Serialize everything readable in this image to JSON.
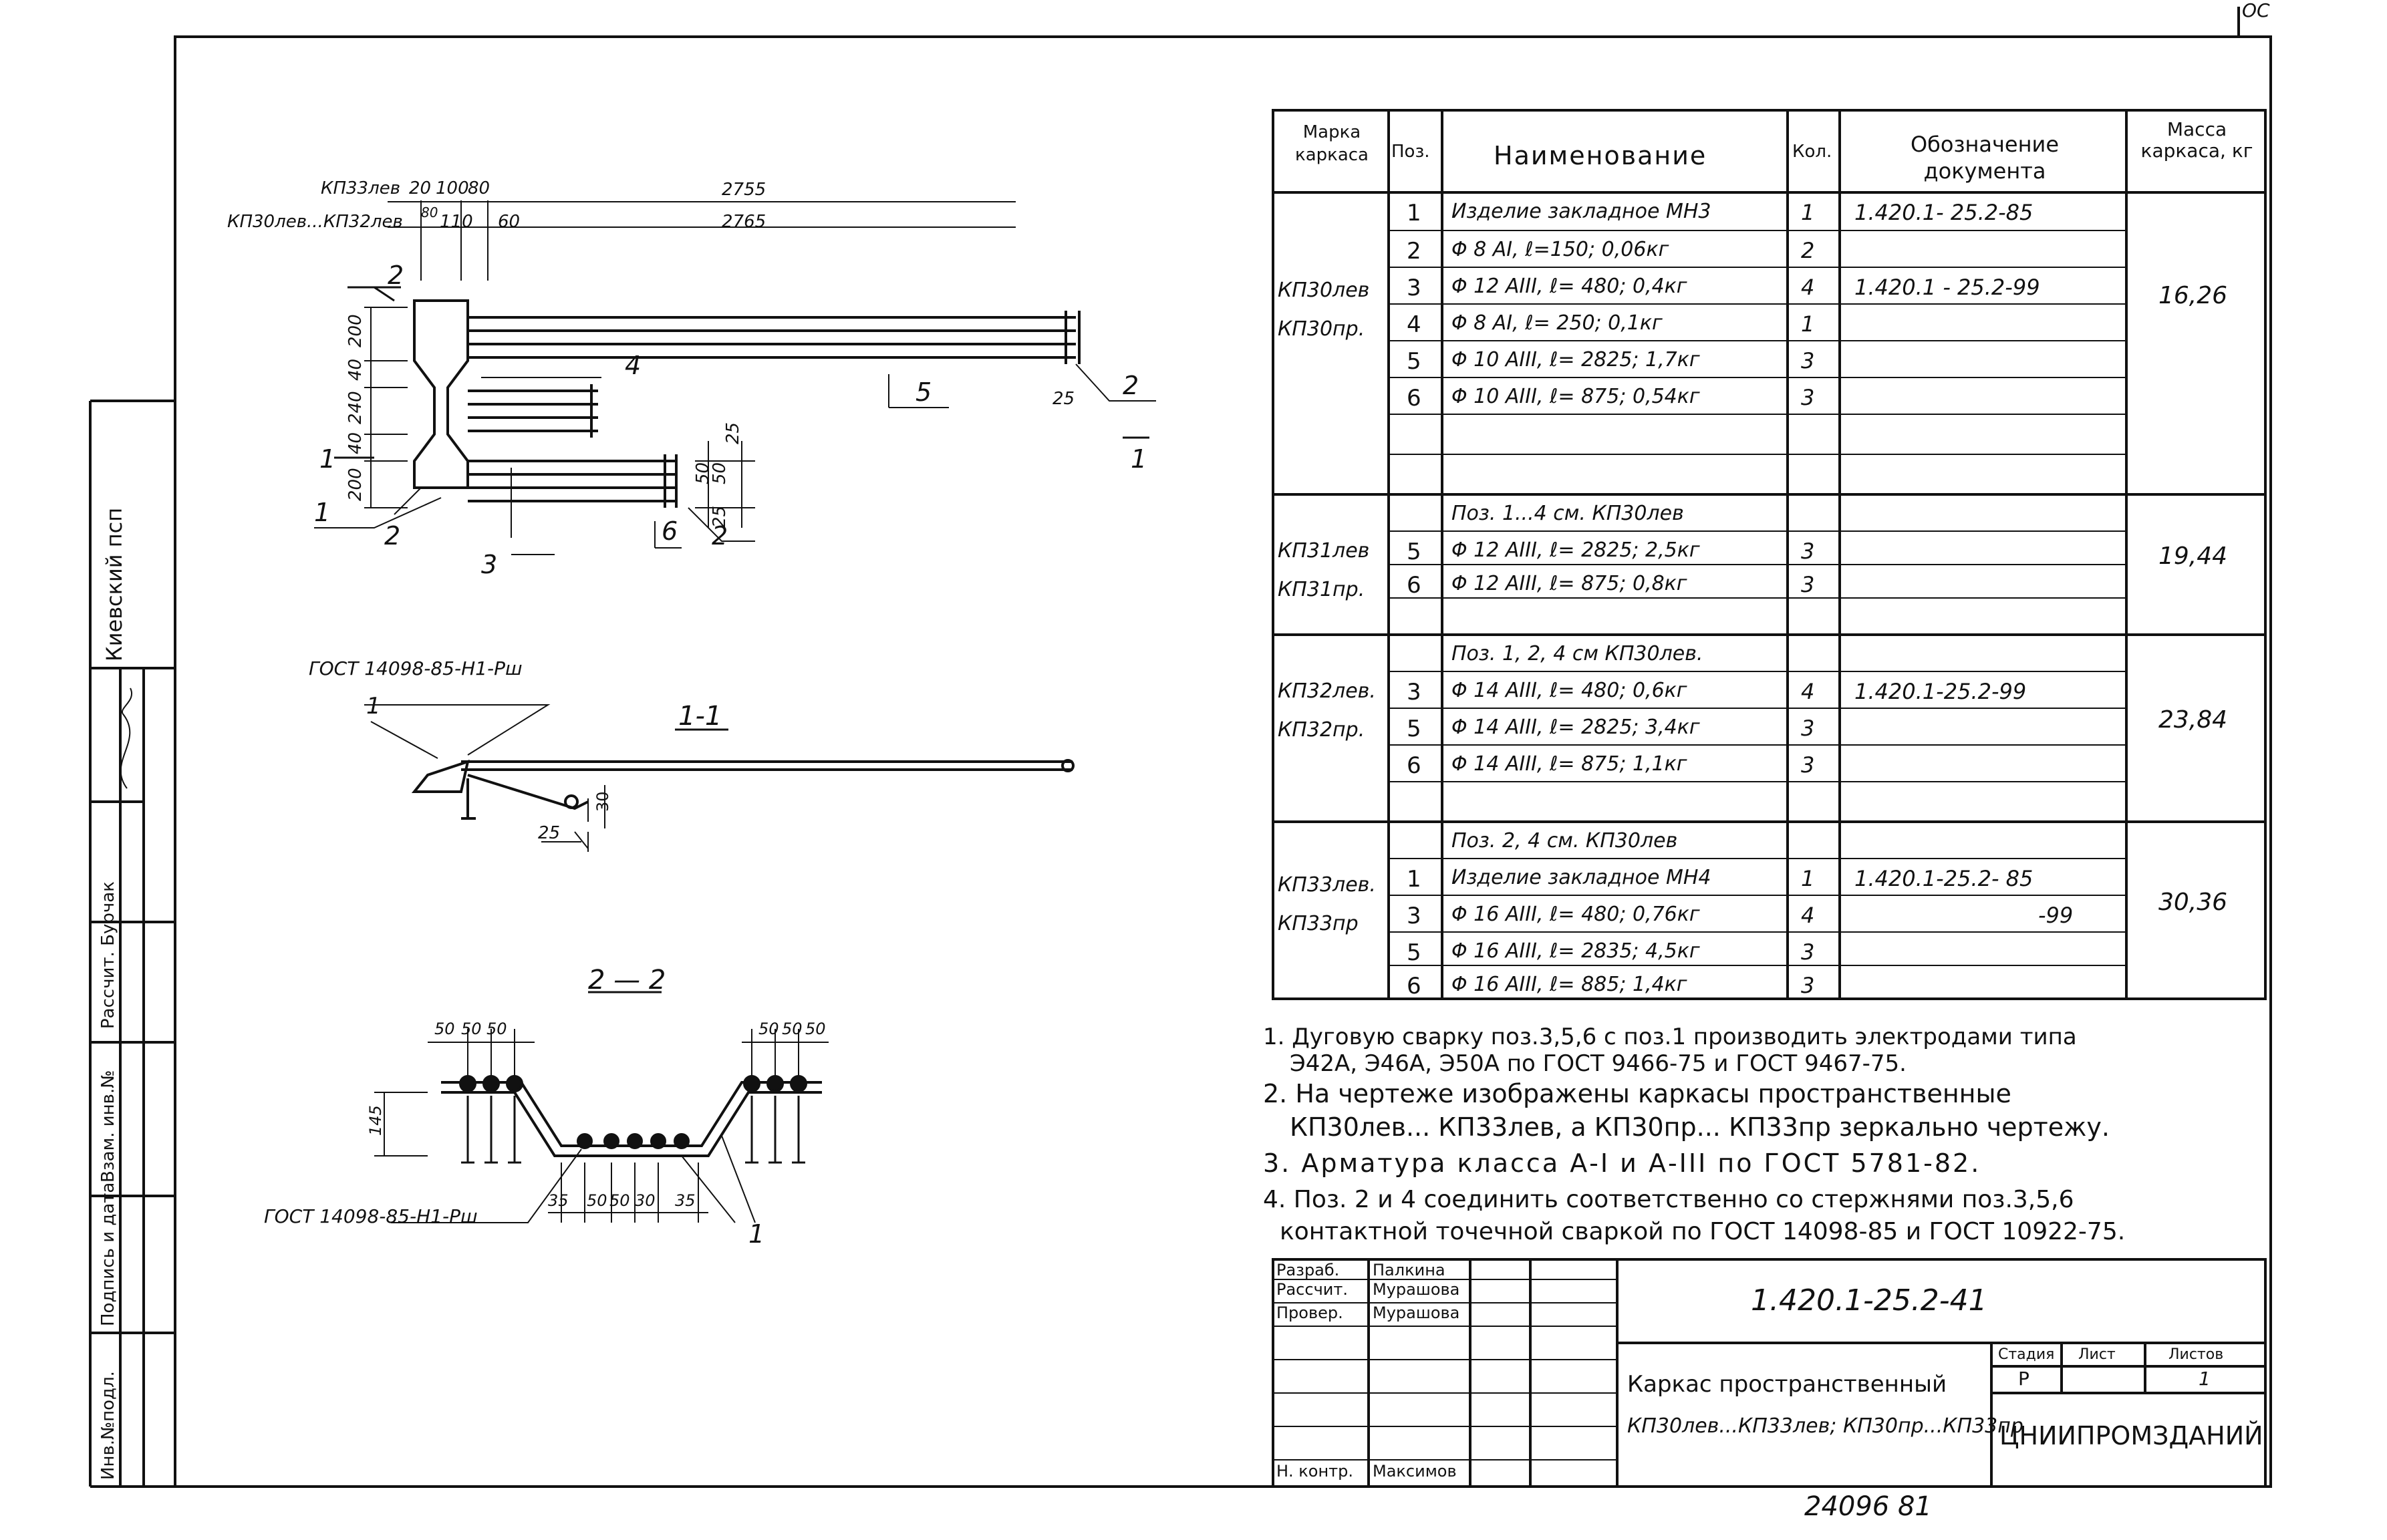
{
  "corner_number": "ОС",
  "side_stamp": {
    "org": "Киевский псп",
    "rows": [
      "Рассчит. Бурчак",
      "Взам. инв.№",
      "Подпись и дата",
      "Инв.№подл."
    ]
  },
  "drawing": {
    "top_labels": {
      "row1": "КП33лев",
      "row2": "КП30лев...КП32лев",
      "dims_row1": [
        "20",
        "100",
        "80",
        "2755"
      ],
      "dims_row2": [
        "80",
        "110",
        "60",
        "2765"
      ]
    },
    "plan_dims": [
      "200",
      "40",
      "240",
      "40",
      "200",
      "25",
      "50",
      "50",
      "25",
      "25"
    ],
    "plan_callouts": [
      "2",
      "4",
      "5",
      "1",
      "2",
      "3",
      "6",
      "2",
      "2"
    ],
    "section_marks": [
      "1",
      "1"
    ],
    "section_1": {
      "title": "1-1",
      "gost": "ГОСТ 14098-85-Н1-Рш",
      "callout": "1",
      "dims": [
        "30",
        "25"
      ]
    },
    "section_2": {
      "title": "2 — 2",
      "gost": "ГОСТ 14098-85-Н1-Рш",
      "dim_top_left": [
        "50",
        "50",
        "50"
      ],
      "dim_top_right": [
        "50",
        "50",
        "50"
      ],
      "dim_height": "145",
      "dim_bottom": [
        "35",
        "50",
        "50",
        "30",
        "35"
      ],
      "callouts": [
        "1",
        "1"
      ]
    }
  },
  "spec_table": {
    "headers": [
      "Марка каркаса",
      "Поз.",
      "Наименование",
      "Кол.",
      "Обозначение документа",
      "Масса каркаса, кг"
    ],
    "groups": [
      {
        "marks": [
          "КП30лев",
          "КП30пр."
        ],
        "mass": "16,26",
        "rows": [
          {
            "pos": "1",
            "name": "Изделие закладное МН3",
            "qty": "1",
            "doc": "1.420.1- 25.2-85"
          },
          {
            "pos": "2",
            "name": "Φ 8 АI, ℓ=150; 0,06кг",
            "qty": "2",
            "doc": ""
          },
          {
            "pos": "3",
            "name": "Φ 12 АIII, ℓ= 480; 0,4кг",
            "qty": "4",
            "doc": "1.420.1 - 25.2-99"
          },
          {
            "pos": "4",
            "name": "Φ 8 АI, ℓ= 250; 0,1кг",
            "qty": "1",
            "doc": ""
          },
          {
            "pos": "5",
            "name": "Φ 10 АIII, ℓ= 2825; 1,7кг",
            "qty": "3",
            "doc": ""
          },
          {
            "pos": "6",
            "name": "Φ 10 АIII, ℓ= 875; 0,54кг",
            "qty": "3",
            "doc": ""
          },
          {
            "pos": "",
            "name": "",
            "qty": "",
            "doc": ""
          },
          {
            "pos": "",
            "name": "",
            "qty": "",
            "doc": ""
          }
        ]
      },
      {
        "marks": [
          "КП31лев",
          "КП31пр."
        ],
        "mass": "19,44",
        "rows": [
          {
            "pos": "",
            "name": "Поз. 1...4 см. КП30лев",
            "qty": "",
            "doc": ""
          },
          {
            "pos": "5",
            "name": "Φ 12 АIII, ℓ= 2825; 2,5кг",
            "qty": "3",
            "doc": ""
          },
          {
            "pos": "6",
            "name": "Φ 12 АIII, ℓ= 875; 0,8кг",
            "qty": "3",
            "doc": ""
          },
          {
            "pos": "",
            "name": "",
            "qty": "",
            "doc": ""
          }
        ]
      },
      {
        "marks": [
          "КП32лев.",
          "КП32пр."
        ],
        "mass": "23,84",
        "rows": [
          {
            "pos": "",
            "name": "Поз. 1, 2, 4 см КП30лев.",
            "qty": "",
            "doc": ""
          },
          {
            "pos": "3",
            "name": "Φ 14 АIII, ℓ= 480; 0,6кг",
            "qty": "4",
            "doc": "1.420.1-25.2-99"
          },
          {
            "pos": "5",
            "name": "Φ 14 АIII, ℓ= 2825; 3,4кг",
            "qty": "3",
            "doc": ""
          },
          {
            "pos": "6",
            "name": "Φ 14 АIII, ℓ= 875; 1,1кг",
            "qty": "3",
            "doc": ""
          },
          {
            "pos": "",
            "name": "",
            "qty": "",
            "doc": ""
          }
        ]
      },
      {
        "marks": [
          "КП33лев.",
          "КП33пр"
        ],
        "mass": "30,36",
        "rows": [
          {
            "pos": "",
            "name": "Поз. 2, 4 см. КП30лев",
            "qty": "",
            "doc": ""
          },
          {
            "pos": "1",
            "name": "Изделие закладное МН4",
            "qty": "1",
            "doc": "1.420.1-25.2- 85"
          },
          {
            "pos": "3",
            "name": "Φ 16 АIII, ℓ= 480; 0,76кг",
            "qty": "4",
            "doc": "-99"
          },
          {
            "pos": "5",
            "name": "Φ 16 АIII, ℓ= 2835; 4,5кг",
            "qty": "3",
            "doc": ""
          },
          {
            "pos": "6",
            "name": "Φ 16 АIII, ℓ= 885; 1,4кг",
            "qty": "3",
            "doc": ""
          }
        ]
      }
    ]
  },
  "notes": [
    "1. Дуговую сварку поз.3,5,6 с поз.1 производить электродами типа",
    "Э42А, Э46А, Э50А по ГОСТ 9466-75 и ГОСТ 9467-75.",
    "2. На чертеже изображены каркасы пространственные",
    "КП30лев... КП33лев, а КП30пр... КП33пр зеркально чертежу.",
    "3. Арматура класса А-I и А-III по ГОСТ 5781-82.",
    "4. Поз. 2 и 4 соединить соответственно со стержнями поз.3,5,6",
    "контактной точечной сваркой по ГОСТ 14098-85 и ГОСТ 10922-75."
  ],
  "title_block": {
    "code": "1.420.1-25.2-41",
    "people": [
      {
        "role": "Разраб.",
        "name": "Палкина"
      },
      {
        "role": "Рассчит.",
        "name": "Мурашова"
      },
      {
        "role": "Провер.",
        "name": "Мурашова"
      },
      {
        "role": "",
        "name": ""
      },
      {
        "role": "",
        "name": ""
      },
      {
        "role": "",
        "name": ""
      },
      {
        "role": "Н. контр.",
        "name": "Максимов"
      }
    ],
    "title_line1": "Каркас пространственный",
    "title_line2": "КП30лев...КП33лев; КП30пр...КП33пр",
    "stage_header": "Стадия",
    "sheet_header": "Лист",
    "sheets_header": "Листов",
    "stage": "Р",
    "sheet": "",
    "sheets": "1",
    "org": "ЦНИИПРОМЗДАНИЙ"
  },
  "bottom_number": "24096 81"
}
